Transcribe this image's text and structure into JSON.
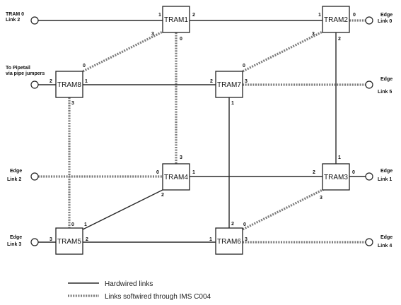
{
  "diagram": {
    "nodes": [
      {
        "id": "tram1",
        "label": "TRAM1"
      },
      {
        "id": "tram2",
        "label": "TRAM2"
      },
      {
        "id": "tram8",
        "label": "TRAM8"
      },
      {
        "id": "tram7",
        "label": "TRAM7"
      },
      {
        "id": "tram4",
        "label": "TRAM4"
      },
      {
        "id": "tram3",
        "label": "TRAM3"
      },
      {
        "id": "tram5",
        "label": "TRAM5"
      },
      {
        "id": "tram6",
        "label": "TRAM6"
      }
    ],
    "terminals": [
      {
        "id": "tram0-link2",
        "lines": [
          "TRAM 0",
          "Link 2"
        ]
      },
      {
        "id": "edge-link0",
        "lines": [
          "Edge",
          "Link 0"
        ]
      },
      {
        "id": "pipetail",
        "lines": [
          "To Pipetail",
          "via pipe jumpers"
        ]
      },
      {
        "id": "edge-link5",
        "lines": [
          "Edge",
          "Link 5"
        ]
      },
      {
        "id": "edge-link2",
        "lines": [
          "Edge",
          "Link 2"
        ]
      },
      {
        "id": "edge-link1",
        "lines": [
          "Edge",
          "Link 1"
        ]
      },
      {
        "id": "edge-link3",
        "lines": [
          "Edge",
          "Link 3"
        ]
      },
      {
        "id": "edge-link4",
        "lines": [
          "Edge",
          "Link 4"
        ]
      }
    ],
    "links": [
      {
        "from": "tram0-link2",
        "to": "tram1",
        "from_port": "",
        "to_port": "1",
        "kind": "hard"
      },
      {
        "from": "tram1",
        "to": "tram2",
        "from_port": "2",
        "to_port": "1",
        "kind": "hard"
      },
      {
        "from": "tram2",
        "to": "edge-link0",
        "from_port": "0",
        "to_port": "",
        "kind": "soft"
      },
      {
        "from": "tram1",
        "to": "tram8",
        "from_port": "3",
        "to_port": "0",
        "kind": "soft"
      },
      {
        "from": "tram1",
        "to": "tram4",
        "from_port": "0",
        "to_port": "3",
        "kind": "soft"
      },
      {
        "from": "tram2",
        "to": "tram7",
        "from_port": "3",
        "to_port": "0",
        "kind": "soft"
      },
      {
        "from": "tram2",
        "to": "tram3",
        "from_port": "2",
        "to_port": "1",
        "kind": "hard"
      },
      {
        "from": "pipetail",
        "to": "tram8",
        "from_port": "",
        "to_port": "2",
        "kind": "hard"
      },
      {
        "from": "tram8",
        "to": "tram7",
        "from_port": "1",
        "to_port": "2",
        "kind": "hard"
      },
      {
        "from": "tram7",
        "to": "edge-link5",
        "from_port": "3",
        "to_port": "",
        "kind": "soft"
      },
      {
        "from": "tram8",
        "to": "tram5",
        "from_port": "3",
        "to_port": "0",
        "kind": "soft"
      },
      {
        "from": "tram7",
        "to": "tram6",
        "from_port": "1",
        "to_port": "2",
        "kind": "hard"
      },
      {
        "from": "edge-link2",
        "to": "tram4",
        "from_port": "",
        "to_port": "0",
        "kind": "soft"
      },
      {
        "from": "tram4",
        "to": "tram3",
        "from_port": "1",
        "to_port": "2",
        "kind": "hard"
      },
      {
        "from": "tram3",
        "to": "edge-link1",
        "from_port": "0",
        "to_port": "",
        "kind": "hard"
      },
      {
        "from": "tram4",
        "to": "tram5",
        "from_port": "2",
        "to_port": "1",
        "kind": "hard"
      },
      {
        "from": "tram3",
        "to": "tram6",
        "from_port": "3",
        "to_port": "0",
        "kind": "soft"
      },
      {
        "from": "edge-link3",
        "to": "tram5",
        "from_port": "",
        "to_port": "3",
        "kind": "hard"
      },
      {
        "from": "tram5",
        "to": "tram6",
        "from_port": "2",
        "to_port": "1",
        "kind": "hard"
      },
      {
        "from": "tram6",
        "to": "edge-link4",
        "from_port": "3",
        "to_port": "",
        "kind": "soft"
      }
    ],
    "legend": [
      {
        "kind": "hard",
        "label": "Hardwired links"
      },
      {
        "kind": "soft",
        "label": "Links softwired through IMS C004"
      }
    ],
    "colors": {
      "hardwired": "#2a2a2a",
      "softwired": "#7c7c7c"
    }
  }
}
